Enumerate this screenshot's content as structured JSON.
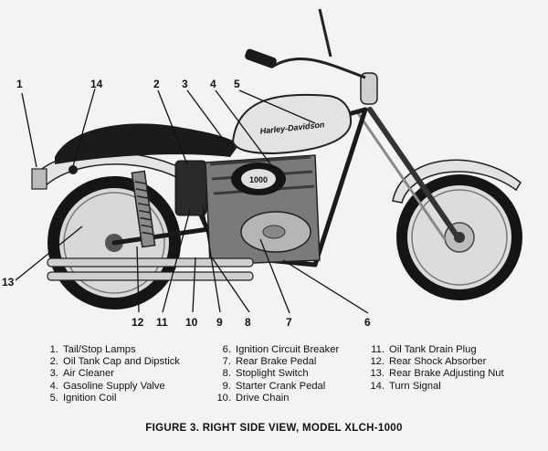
{
  "tank_brand": "Harley-Davidson",
  "air_cleaner_mark": "1000",
  "callouts": [
    "1",
    "14",
    "2",
    "3",
    "4",
    "5",
    "13",
    "12",
    "11",
    "10",
    "9",
    "8",
    "7",
    "6"
  ],
  "legend": [
    {
      "num": "1.",
      "text": "Tail/Stop Lamps"
    },
    {
      "num": "2.",
      "text": "Oil Tank Cap and Dipstick"
    },
    {
      "num": "3.",
      "text": "Air Cleaner"
    },
    {
      "num": "4.",
      "text": "Gasoline Supply Valve"
    },
    {
      "num": "5.",
      "text": "Ignition Coil"
    },
    {
      "num": "6.",
      "text": "Ignition Circuit Breaker"
    },
    {
      "num": "7.",
      "text": "Rear Brake Pedal"
    },
    {
      "num": "8.",
      "text": "Stoplight Switch"
    },
    {
      "num": "9.",
      "text": "Starter Crank Pedal"
    },
    {
      "num": "10.",
      "text": "Drive Chain"
    },
    {
      "num": "11.",
      "text": "Oil Tank Drain Plug"
    },
    {
      "num": "12.",
      "text": "Rear Shock Absorber"
    },
    {
      "num": "13.",
      "text": "Rear Brake Adjusting Nut"
    },
    {
      "num": "14.",
      "text": "Turn Signal"
    }
  ],
  "caption": "FIGURE 3. RIGHT SIDE VIEW, MODEL XLCH-1000"
}
